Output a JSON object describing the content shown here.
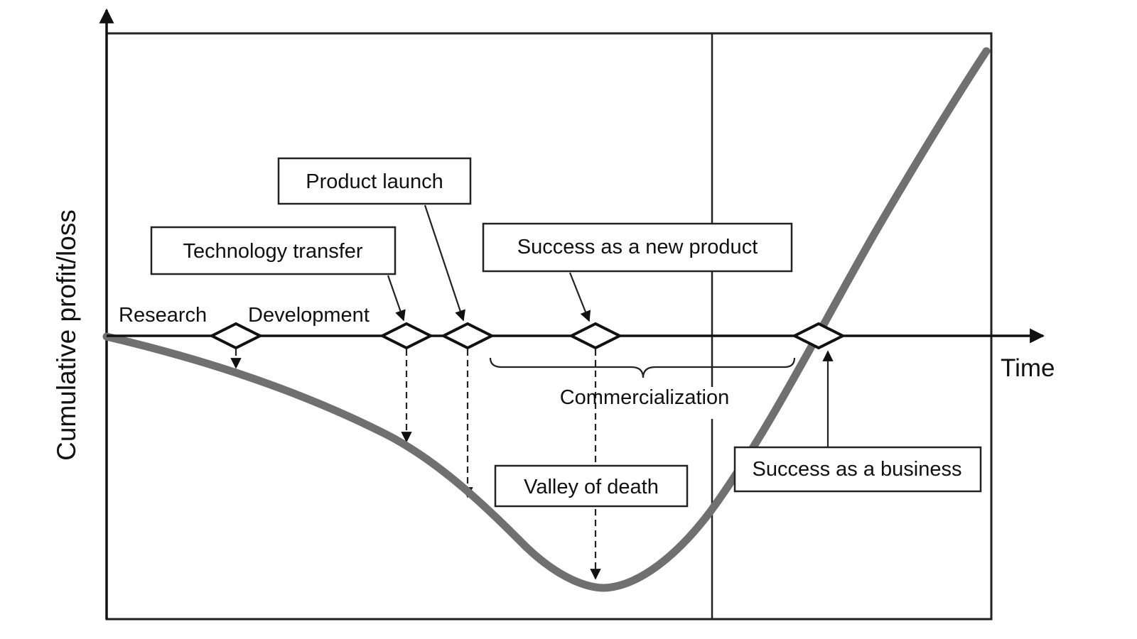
{
  "axes": {
    "y_label": "Cumulative profit/loss",
    "x_label": "Time"
  },
  "phases": {
    "research": "Research",
    "development": "Development",
    "commercialization": "Commercialization"
  },
  "callouts": {
    "technology_transfer": "Technology transfer",
    "product_launch": "Product launch",
    "success_new_product": "Success as a new product",
    "valley_of_death": "Valley of death",
    "success_business": "Success as a business"
  },
  "colors": {
    "curve": "#707070",
    "lines": "#222222"
  }
}
